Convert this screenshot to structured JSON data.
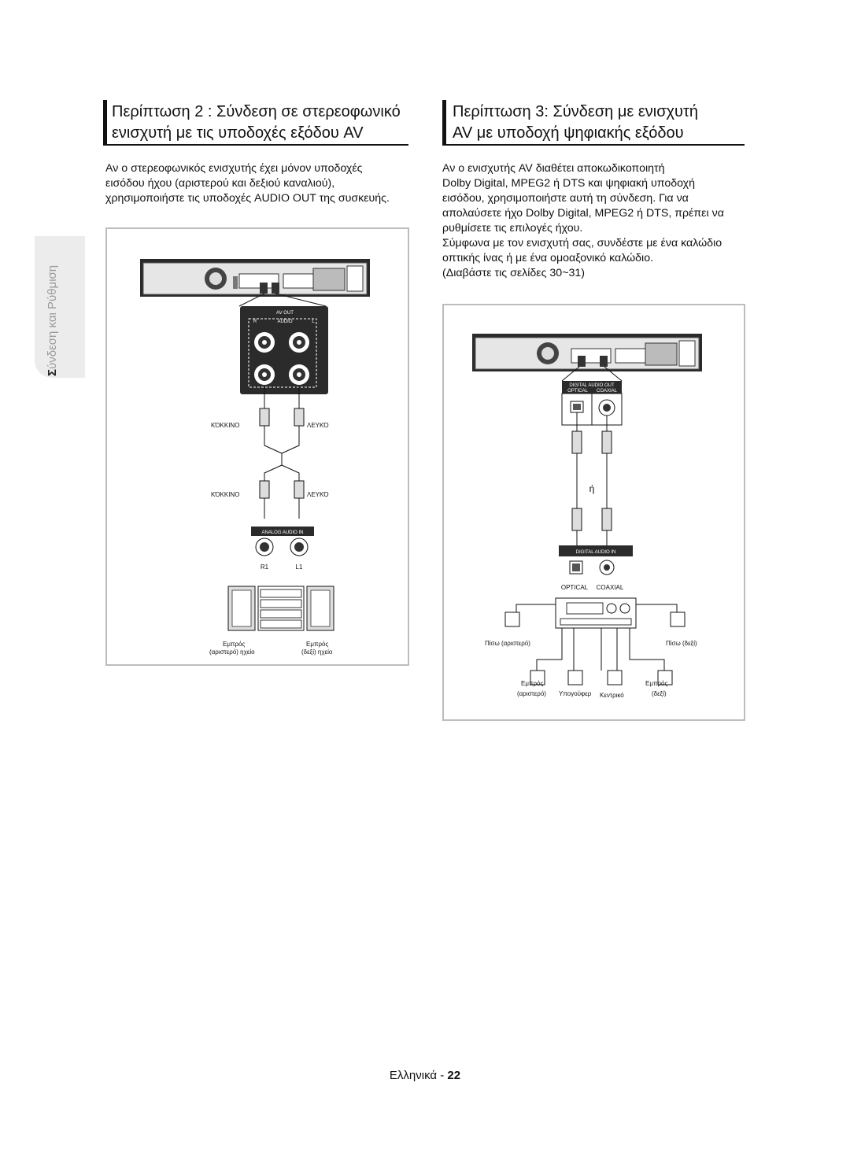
{
  "side_tab": {
    "first": "Σ",
    "rest": "ύνδεση και Ρύθμιση"
  },
  "section2": {
    "title_line1": "Περίπτωση 2 : Σύνδεση σε στερεοφωνικό",
    "title_line2": "ενισχυτή με τις υποδοχές εξόδου AV",
    "paragraph": "Αν ο στερεοφωνικός ενισχυτής έχει μόνον υποδοχές\nεισόδου ήχου (αριστερού και δεξιού καναλιού),\nχρησιμοποιήστε τις υποδοχές AUDIO OUT της συσκευής.",
    "diagram": {
      "av_out_label": "AV OUT",
      "audio_label": "AUDIO",
      "r_label": "R",
      "l_label": "L",
      "red_label_top": "ΚΌΚΚΙΝΟ",
      "white_label_top": "ΛΕΥΚΌ",
      "red_label_bottom": "ΚΌΚΚΙΝΟ",
      "white_label_bottom": "ΛΕΥΚΌ",
      "analog_in_label": "ANALOG  AUDIO IN",
      "r1_label": "R1",
      "l1_label": "L1",
      "left_speaker_line1": "Εμπρός",
      "left_speaker_line2": "(αριστερό) ηχείο",
      "right_speaker_line1": "Εμπρός",
      "right_speaker_line2": "(δεξί) ηχείο"
    }
  },
  "section3": {
    "title_line1": "Περίπτωση 3: Σύνδεση με ενισχυτή",
    "title_line2": "AV με υποδοχή ψηφιακής εξόδου",
    "paragraph": "Αν ο ενισχυτής AV διαθέτει αποκωδικοποιητή\nDolby Digital, MPEG2 ή DTS και ψηφιακή υποδοχή\nεισόδου, χρησιμοποιήστε αυτή τη σύνδεση. Για να\nαπολαύσετε ήχο Dolby Digital, MPEG2 ή DTS, πρέπει να\nρυθμίσετε τις επιλογές ήχου.\nΣύμφωνα με τον ενισχυτή σας, συνδέστε με ένα καλώδιο\nοπτικής ίνας ή με ένα ομοαξονικό καλώδιο.\n(Διαβάστε τις σελίδες 30~31)",
    "diagram": {
      "digital_out_label": "DIGITAL AUDIO OUT",
      "optical_small": "OPTICAL",
      "coaxial_small": "COAXIAL",
      "or_label": "ή",
      "digital_in_label": "DIGITAL AUDIO IN",
      "optical_label": "OPTICAL",
      "coaxial_label": "COAXIAL",
      "rear_left": "Πίσω (αριστερό)",
      "rear_right": "Πίσω (δεξί)",
      "front_left_line1": "Εμπρός",
      "front_left_line2": "(αριστερό)",
      "subwoofer": "Υπογούφερ",
      "center": "Κεντρικό",
      "front_right_line1": "Εμπρός",
      "front_right_line2": "(δεξί)"
    }
  },
  "footer": {
    "language": "Ελληνικά - ",
    "page": "22"
  }
}
